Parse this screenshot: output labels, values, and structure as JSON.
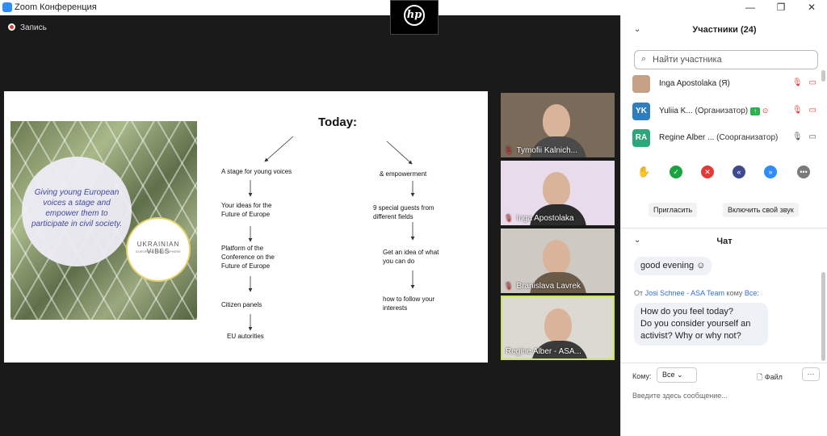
{
  "window": {
    "title": "Zoom Конференция",
    "controls": {
      "minimize": "—",
      "restore": "❐",
      "close": "✕"
    },
    "logo_text": "hp"
  },
  "meeting": {
    "recording_label": "Запись",
    "slide": {
      "heading": "Today:",
      "image_text": "Giving young European voices a stage and empower them to participate in civil society.",
      "logo_title": "UKRAINIAN VIBES",
      "logo_subtitle": "EUROPEAN PUBLIC SPHERE",
      "left_column": [
        "A stage for young voices",
        "Your ideas for the Future of Europe",
        "Platform of the Conference on the Future of Europe",
        "Citizen panels",
        "EU autorities"
      ],
      "right_column": [
        "& empowerment",
        "9 special guests from different fields",
        "Get an idea of what you can do",
        "how to follow your interests"
      ]
    },
    "video_tiles": [
      {
        "name": "Tymofii Kalnich...",
        "muted": true,
        "active": false,
        "bg": "#7a6a5a",
        "shirt": "#4a4a4a"
      },
      {
        "name": "Inga Apostolaka",
        "muted": true,
        "active": false,
        "bg": "#e8dcec",
        "shirt": "#2c2c2c"
      },
      {
        "name": "Branislava Lavrek",
        "muted": true,
        "active": false,
        "bg": "#cfc9c4",
        "shirt": "#6b5a48"
      },
      {
        "name": "Regine Alber - ASA...",
        "muted": false,
        "active": true,
        "bg": "#dcd8d2",
        "shirt": "#3a3a3a"
      }
    ]
  },
  "participants": {
    "header": "Участники (24)",
    "search_placeholder": "Найти участника",
    "list": [
      {
        "initials": "",
        "avatar_color": "#c7a185",
        "name": "Inga Apostolaka (Я)",
        "role": "",
        "mic_off": true,
        "video_off": true
      },
      {
        "initials": "YK",
        "avatar_color": "#2e7dbf",
        "name": "Yuliia K...",
        "role": "(Организатор)",
        "mic_off": true,
        "video_off": true
      },
      {
        "initials": "RA",
        "avatar_color": "#2fa67a",
        "name": "Regine Alber ...",
        "role": "(Соорганизатор)",
        "mic_off": false,
        "video_off": false
      }
    ],
    "invite_button": "Пригласить",
    "unmute_button": "Включить свой звук"
  },
  "chat": {
    "header": "Чат",
    "messages": [
      {
        "text": "good evening ☺"
      },
      {
        "from_prefix": "От",
        "sender": "Josi Schnee - ASA Team",
        "to_prefix": "кому",
        "recipient": "Все:",
        "lines": [
          "How do you feel today?",
          "Do you consider yourself an",
          "activist? Why or why not?"
        ]
      }
    ],
    "to_label": "Кому:",
    "to_value": "Все",
    "file_label": "Файл",
    "more_label": "···",
    "input_placeholder": "Введите здесь сообщение..."
  },
  "colors": {
    "accent_blue": "#2d8cff",
    "mute_red": "#e53935",
    "active_border": "#c8e85a"
  }
}
